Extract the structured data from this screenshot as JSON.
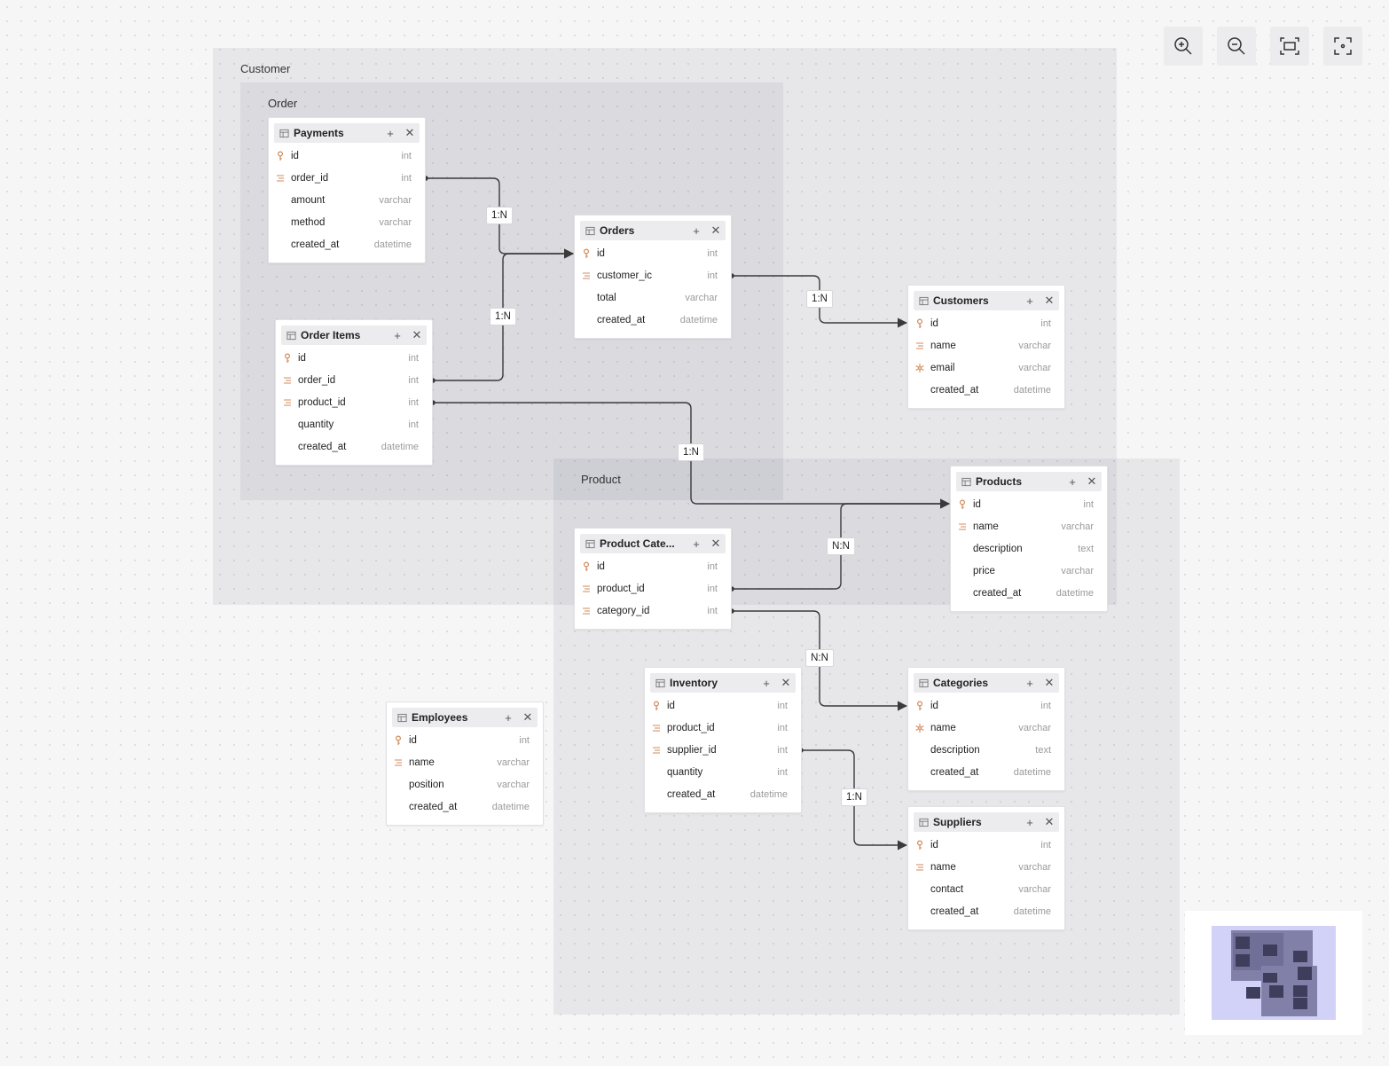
{
  "controls": {
    "zoom_in": "zoom-in-icon",
    "zoom_out": "zoom-out-icon",
    "fit_view": "fit-view-icon",
    "fullscreen": "fullscreen-icon"
  },
  "groups": {
    "customer": "Customer",
    "order": "Order",
    "product": "Product"
  },
  "tables": {
    "payments": {
      "name": "Payments",
      "fields": [
        {
          "name": "id",
          "type": "int"
        },
        {
          "name": "order_id",
          "type": "int"
        },
        {
          "name": "amount",
          "type": "varchar"
        },
        {
          "name": "method",
          "type": "varchar"
        },
        {
          "name": "created_at",
          "type": "datetime"
        }
      ]
    },
    "orders": {
      "name": "Orders",
      "fields": [
        {
          "name": "id",
          "type": "int"
        },
        {
          "name": "customer_ic",
          "type": "int"
        },
        {
          "name": "total",
          "type": "varchar"
        },
        {
          "name": "created_at",
          "type": "datetime"
        }
      ]
    },
    "order_items": {
      "name": "Order Items",
      "fields": [
        {
          "name": "id",
          "type": "int"
        },
        {
          "name": "order_id",
          "type": "int"
        },
        {
          "name": "product_id",
          "type": "int"
        },
        {
          "name": "quantity",
          "type": "int"
        },
        {
          "name": "created_at",
          "type": "datetime"
        }
      ]
    },
    "customers": {
      "name": "Customers",
      "fields": [
        {
          "name": "id",
          "type": "int"
        },
        {
          "name": "name",
          "type": "varchar"
        },
        {
          "name": "email",
          "type": "varchar"
        },
        {
          "name": "created_at",
          "type": "datetime"
        }
      ]
    },
    "products": {
      "name": "Products",
      "fields": [
        {
          "name": "id",
          "type": "int"
        },
        {
          "name": "name",
          "type": "varchar"
        },
        {
          "name": "description",
          "type": "text"
        },
        {
          "name": "price",
          "type": "varchar"
        },
        {
          "name": "created_at",
          "type": "datetime"
        }
      ]
    },
    "product_categories": {
      "name": "Product Cate...",
      "fields": [
        {
          "name": "id",
          "type": "int"
        },
        {
          "name": "product_id",
          "type": "int"
        },
        {
          "name": "category_id",
          "type": "int"
        }
      ]
    },
    "inventory": {
      "name": "Inventory",
      "fields": [
        {
          "name": "id",
          "type": "int"
        },
        {
          "name": "product_id",
          "type": "int"
        },
        {
          "name": "supplier_id",
          "type": "int"
        },
        {
          "name": "quantity",
          "type": "int"
        },
        {
          "name": "created_at",
          "type": "datetime"
        }
      ]
    },
    "categories": {
      "name": "Categories",
      "fields": [
        {
          "name": "id",
          "type": "int"
        },
        {
          "name": "name",
          "type": "varchar"
        },
        {
          "name": "description",
          "type": "text"
        },
        {
          "name": "created_at",
          "type": "datetime"
        }
      ]
    },
    "employees": {
      "name": "Employees",
      "fields": [
        {
          "name": "id",
          "type": "int"
        },
        {
          "name": "name",
          "type": "varchar"
        },
        {
          "name": "position",
          "type": "varchar"
        },
        {
          "name": "created_at",
          "type": "datetime"
        }
      ]
    },
    "suppliers": {
      "name": "Suppliers",
      "fields": [
        {
          "name": "id",
          "type": "int"
        },
        {
          "name": "name",
          "type": "varchar"
        },
        {
          "name": "contact",
          "type": "varchar"
        },
        {
          "name": "created_at",
          "type": "datetime"
        }
      ]
    }
  },
  "table_buttons": {
    "add": "+",
    "close": "✕"
  },
  "relations": {
    "payments_orders": "1:N",
    "order_items_orders": "1:N",
    "orders_customers": "1:N",
    "order_items_products": "1:N",
    "product_categories_products": "N:N",
    "product_categories_categories": "N:N",
    "inventory_suppliers": "1:N"
  },
  "colors": {
    "key_icon": "#d08a5a",
    "index_icon": "#d08a5a",
    "unique_icon": "#d08a5a",
    "edge": "#3a3a3a",
    "minimap_viewport": "#d2d2f8",
    "minimap_node": "#3e3e5c"
  }
}
